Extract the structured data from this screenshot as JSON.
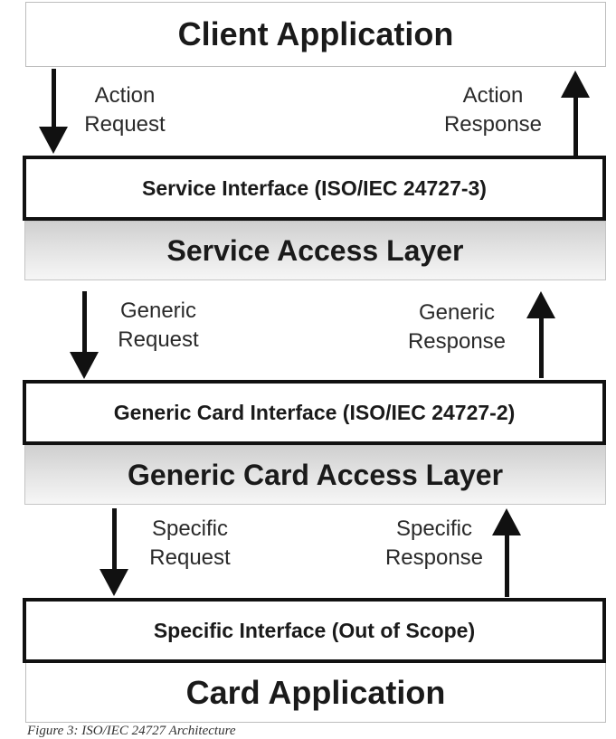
{
  "client_application": "Client Application",
  "action_request": [
    "Action",
    "Request"
  ],
  "action_response": [
    "Action",
    "Response"
  ],
  "service_interface": "Service Interface (ISO/IEC 24727-3)",
  "service_access_layer": "Service Access Layer",
  "generic_request": [
    "Generic",
    "Request"
  ],
  "generic_response": [
    "Generic",
    "Response"
  ],
  "generic_card_interface": "Generic Card Interface (ISO/IEC 24727-2)",
  "generic_card_access_layer": "Generic Card Access Layer",
  "specific_request": [
    "Specific",
    "Request"
  ],
  "specific_response": [
    "Specific",
    "Response"
  ],
  "specific_interface": "Specific Interface (Out of Scope)",
  "card_application": "Card Application",
  "caption": "Figure 3: ISO/IEC 24727 Architecture"
}
